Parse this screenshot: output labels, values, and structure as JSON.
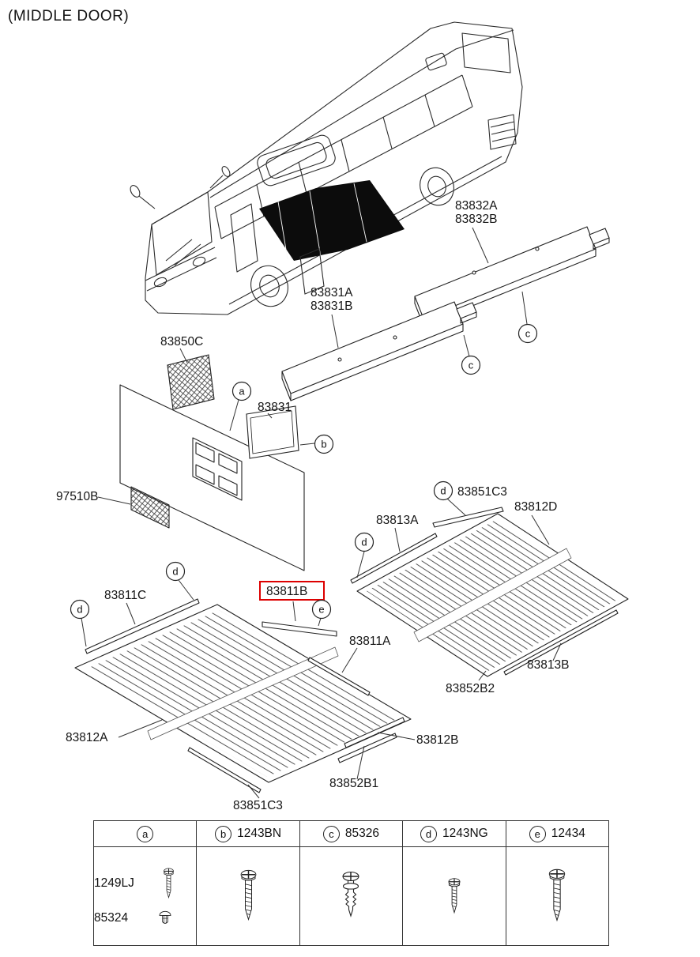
{
  "title": "(MIDDLE DOOR)",
  "highlight": {
    "part": "83811B",
    "color": "#dd0000"
  },
  "labels": {
    "l83832A": "83832A",
    "l83832B": "83832B",
    "l83831A": "83831A",
    "l83831B": "83831B",
    "l83850C": "83850C",
    "l83831": "83831",
    "l97510B": "97510B",
    "l83851C3_top": "83851C3",
    "l83813A": "83813A",
    "l83812D": "83812D",
    "l83811C": "83811C",
    "l83811B": "83811B",
    "l83811A": "83811A",
    "l83813B": "83813B",
    "l83852B2": "83852B2",
    "l83812A": "83812A",
    "l83812B": "83812B",
    "l83852B1": "83852B1",
    "l83851C3_bottom": "83851C3"
  },
  "callouts": {
    "a": "a",
    "b": "b",
    "c": "c",
    "d": "d",
    "e": "e"
  },
  "fastener_table": {
    "columns": [
      {
        "letter": "a",
        "part": "",
        "items": [
          "1249LJ",
          "85324"
        ],
        "icons": [
          "long-screw-icon",
          "rivet-icon"
        ]
      },
      {
        "letter": "b",
        "part": "1243BN",
        "icons": [
          "long-screw-icon"
        ]
      },
      {
        "letter": "c",
        "part": "85326",
        "icons": [
          "push-clip-icon"
        ]
      },
      {
        "letter": "d",
        "part": "1243NG",
        "icons": [
          "small-screw-icon"
        ]
      },
      {
        "letter": "e",
        "part": "12434",
        "icons": [
          "long-screw-icon"
        ]
      }
    ]
  }
}
